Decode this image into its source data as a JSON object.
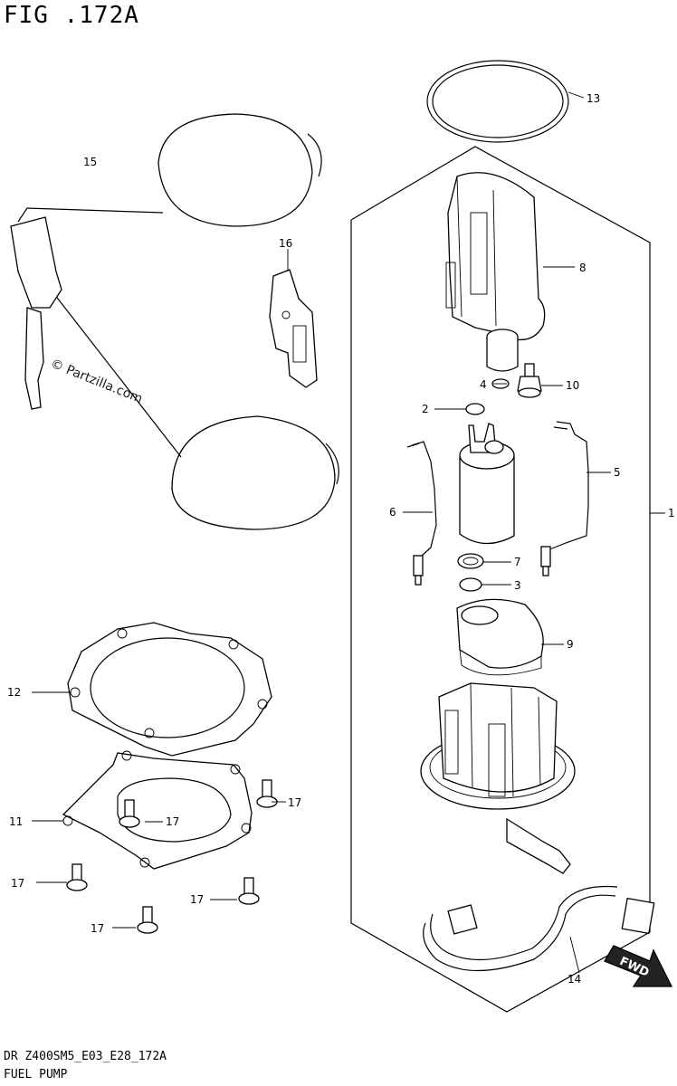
{
  "figure_title": "FIG .172A",
  "footer": {
    "code": "DR Z400SM5_E03_E28_172A",
    "name": "FUEL PUMP"
  },
  "watermark": "© Partzilla.com",
  "fwd_label": "FWD",
  "callouts": [
    {
      "id": "c1",
      "label": "1"
    },
    {
      "id": "c2",
      "label": "2"
    },
    {
      "id": "c3",
      "label": "3"
    },
    {
      "id": "c4",
      "label": "4"
    },
    {
      "id": "c5",
      "label": "5"
    },
    {
      "id": "c6",
      "label": "6"
    },
    {
      "id": "c7",
      "label": "7"
    },
    {
      "id": "c8",
      "label": "8"
    },
    {
      "id": "c9",
      "label": "9"
    },
    {
      "id": "c10",
      "label": "10"
    },
    {
      "id": "c11",
      "label": "11"
    },
    {
      "id": "c12",
      "label": "12"
    },
    {
      "id": "c13",
      "label": "13"
    },
    {
      "id": "c14",
      "label": "14"
    },
    {
      "id": "c15",
      "label": "15"
    },
    {
      "id": "c16",
      "label": "16"
    },
    {
      "id": "c17a",
      "label": "17"
    },
    {
      "id": "c17b",
      "label": "17"
    },
    {
      "id": "c17c",
      "label": "17"
    },
    {
      "id": "c17d",
      "label": "17"
    },
    {
      "id": "c17e",
      "label": "17"
    }
  ]
}
